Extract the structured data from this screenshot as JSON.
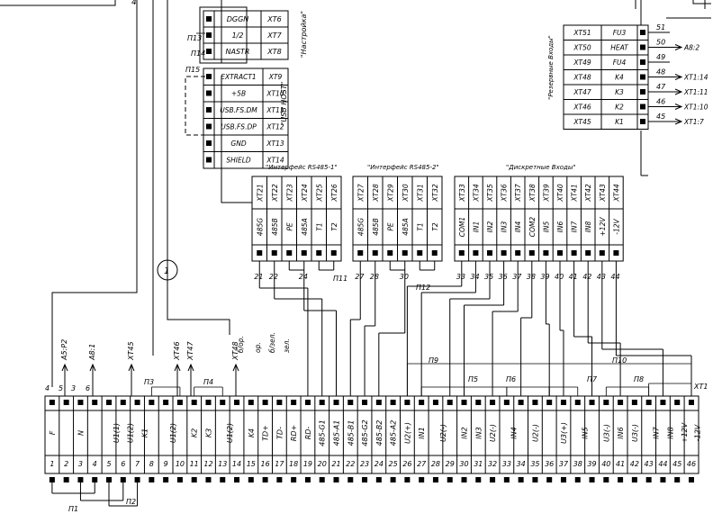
{
  "top_left_box": {
    "text": "4"
  },
  "settings_block": {
    "rows": [
      {
        "name": "DGGN",
        "terminal": "XT6"
      },
      {
        "name": "1/2",
        "terminal": "XT7"
      },
      {
        "name": "NASTR",
        "terminal": "XT8"
      }
    ],
    "caption": "\"Настройка\"",
    "jumpers": [
      "П13",
      "П14"
    ]
  },
  "usb_block": {
    "rows": [
      {
        "name": "EXTRACT1",
        "terminal": "XT9"
      },
      {
        "name": "+5B",
        "terminal": "XT10"
      },
      {
        "name": "USB.FS.DM",
        "terminal": "XT11"
      },
      {
        "name": "USB.FS.DP",
        "terminal": "XT12"
      },
      {
        "name": "GND",
        "terminal": "XT13"
      },
      {
        "name": "SHIELD",
        "terminal": "XT14"
      }
    ],
    "caption": "\"USB HOST\"",
    "jumper": "П15"
  },
  "backup_block": {
    "rows": [
      {
        "terminal": "XT51",
        "name": "FU3",
        "wire": "51",
        "target": ""
      },
      {
        "terminal": "XT50",
        "name": "HEAT",
        "wire": "50",
        "target": "A8:2"
      },
      {
        "terminal": "XT49",
        "name": "FU4",
        "wire": "49",
        "target": ""
      },
      {
        "terminal": "XT48",
        "name": "K4",
        "wire": "48",
        "target": "XT1:14"
      },
      {
        "terminal": "XT47",
        "name": "K3",
        "wire": "47",
        "target": "XT1:11"
      },
      {
        "terminal": "XT46",
        "name": "K2",
        "wire": "46",
        "target": "XT1:10"
      },
      {
        "terminal": "XT45",
        "name": "K1",
        "wire": "45",
        "target": "XT1:7"
      }
    ],
    "caption": "\"Резервные Входы\""
  },
  "interface_groups": [
    {
      "title": "\"Интерфейс RS485-1\"",
      "terminals": [
        "XT21",
        "XT22",
        "XT23",
        "XT24",
        "XT25",
        "XT26"
      ],
      "signals": [
        "485G",
        "485B",
        "PE",
        "485A",
        "T1",
        "T2"
      ],
      "wires": [
        "21",
        "22",
        "24"
      ],
      "jumper": "П11",
      "circle_label": "1"
    },
    {
      "title": "\"Интерфейс RS485-2\"",
      "terminals": [
        "XT27",
        "XT28",
        "XT29",
        "XT30",
        "XT31",
        "XT32"
      ],
      "signals": [
        "485G",
        "485B",
        "PE",
        "485A",
        "T1",
        "T2"
      ],
      "wires": [
        "27",
        "28",
        "30"
      ],
      "jumper": "П12"
    },
    {
      "title": "\"Дискретные Входы\"",
      "terminals": [
        "XT33",
        "XT34",
        "XT35",
        "XT36",
        "XT37",
        "XT38",
        "XT39",
        "XT40",
        "XT41",
        "XT42",
        "XT43",
        "XT44"
      ],
      "signals": [
        "COM1",
        "IN1",
        "IN2",
        "IN3",
        "IN4",
        "COM2",
        "IN5",
        "IN6",
        "IN7",
        "IN8",
        "+12V",
        "-12V"
      ],
      "wires": [
        "33",
        "34",
        "35",
        "36",
        "37",
        "38",
        "39",
        "40",
        "41",
        "42",
        "43",
        "44"
      ]
    }
  ],
  "terminal_strip": {
    "name": "XT1",
    "numbers": [
      "1",
      "2",
      "3",
      "4",
      "5",
      "6",
      "7",
      "8",
      "9",
      "10",
      "11",
      "12",
      "13",
      "14",
      "15",
      "16",
      "17",
      "18",
      "19",
      "20",
      "21",
      "22",
      "23",
      "24",
      "25",
      "26",
      "27",
      "28",
      "29",
      "30",
      "31",
      "32",
      "33",
      "34",
      "35",
      "36",
      "37",
      "38",
      "39",
      "40",
      "41",
      "42",
      "43",
      "44",
      "45",
      "46"
    ],
    "labels": [
      "F",
      "N",
      "U1(1)",
      "U1(2)",
      "K1",
      "U1(2)",
      "K2",
      "K3",
      "U1(2)",
      "K4",
      "TD+",
      "TD-",
      "RD+",
      "RD-",
      "485-G1",
      "485-A1",
      "485-B1",
      "485-G2",
      "485-B2",
      "485-A2",
      "U2(+)",
      "IN1",
      "U2(-)",
      "IN2",
      "IN3",
      "U2(-)",
      "IN4",
      "U2(-)",
      "U3(+)",
      "IN5",
      "U3(-)",
      "IN6",
      "U3(-)",
      "IN7",
      "IN8",
      "+12V",
      "-12V"
    ],
    "top_wire_numbers": [
      "4",
      "5",
      "3",
      "6"
    ],
    "arrow_labels": [
      "A5:P2",
      "A8:1",
      "XT45",
      "XT46",
      "XT47",
      "XT48"
    ],
    "color_labels": [
      "б/ор.",
      "ор.",
      "б/зел.",
      "зел."
    ],
    "jumper_labels": [
      "П3",
      "П4",
      "П5",
      "П6",
      "П7",
      "П8",
      "П9",
      "П10"
    ],
    "bottom_jumpers": [
      "П1",
      "П2"
    ]
  }
}
